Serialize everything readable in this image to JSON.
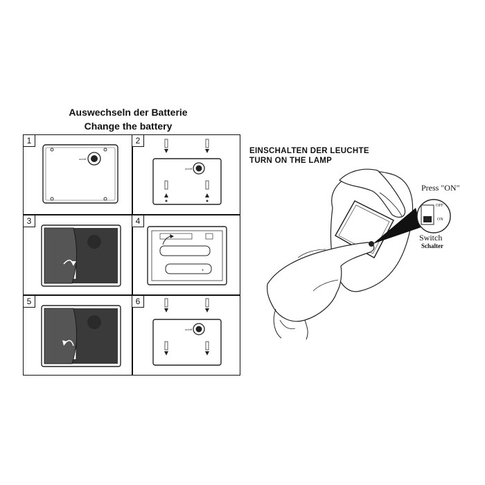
{
  "title_de": "Auswechseln der Batterie",
  "title_en": "Change the battery",
  "steps": [
    {
      "number": "1"
    },
    {
      "number": "2"
    },
    {
      "number": "3"
    },
    {
      "number": "4"
    },
    {
      "number": "5"
    },
    {
      "number": "6"
    }
  ],
  "turn_on": {
    "title_de": "EINSCHALTEN  DER LEUCHTE",
    "title_en": "TURN ON THE LAMP",
    "press_label": "Press \"ON\"",
    "switch_label": "Switch",
    "switch_label_de": "Schalter",
    "off_label": "OFF",
    "on_label": "ON"
  }
}
